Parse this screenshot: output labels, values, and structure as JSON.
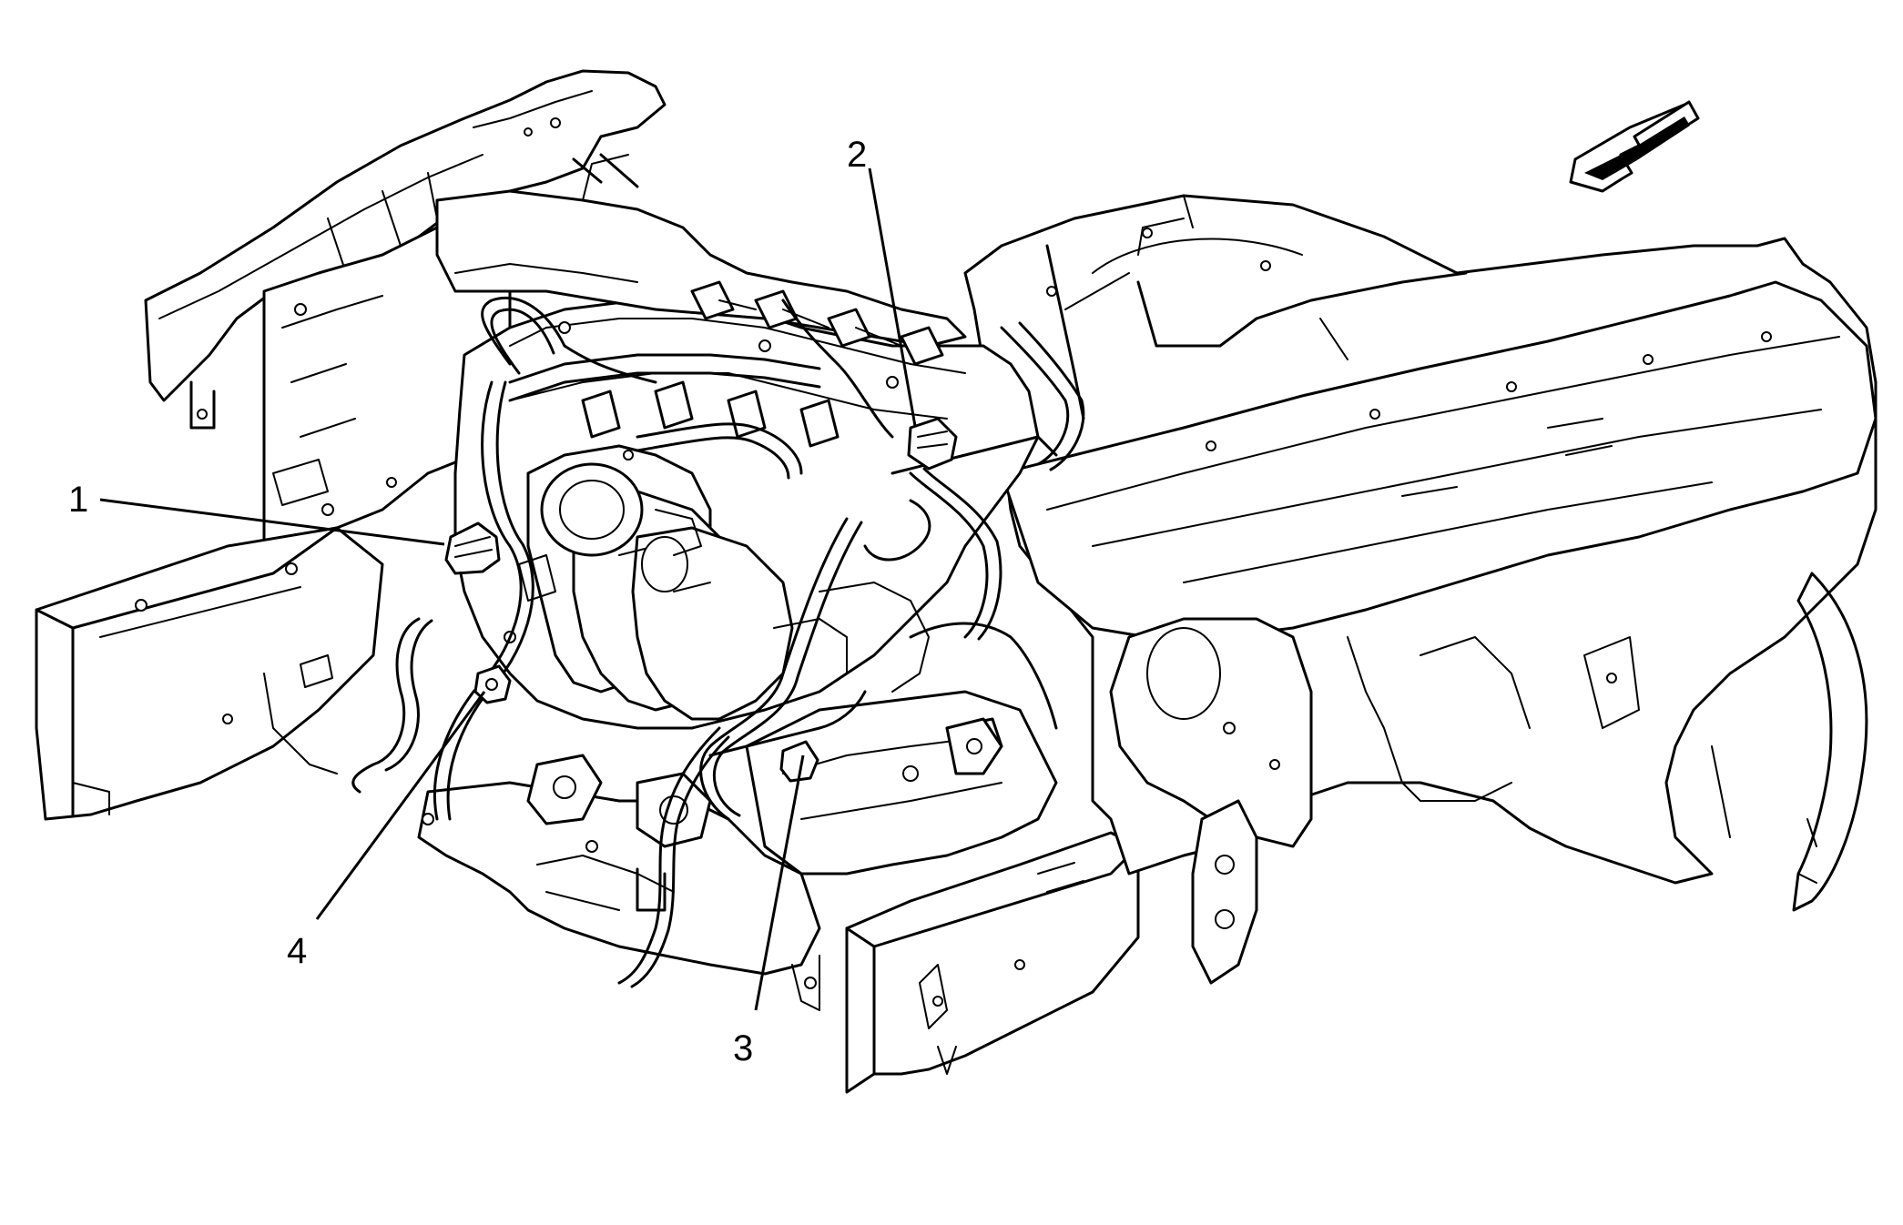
{
  "figure": {
    "type": "engine-compartment-line-drawing",
    "background_color": "#ffffff",
    "line_color": "#000000"
  },
  "direction_arrow": {
    "icon": "front-direction-arrow-icon"
  },
  "callouts": [
    {
      "id": 1,
      "label": "1"
    },
    {
      "id": 2,
      "label": "2"
    },
    {
      "id": 3,
      "label": "3"
    },
    {
      "id": 4,
      "label": "4"
    }
  ]
}
